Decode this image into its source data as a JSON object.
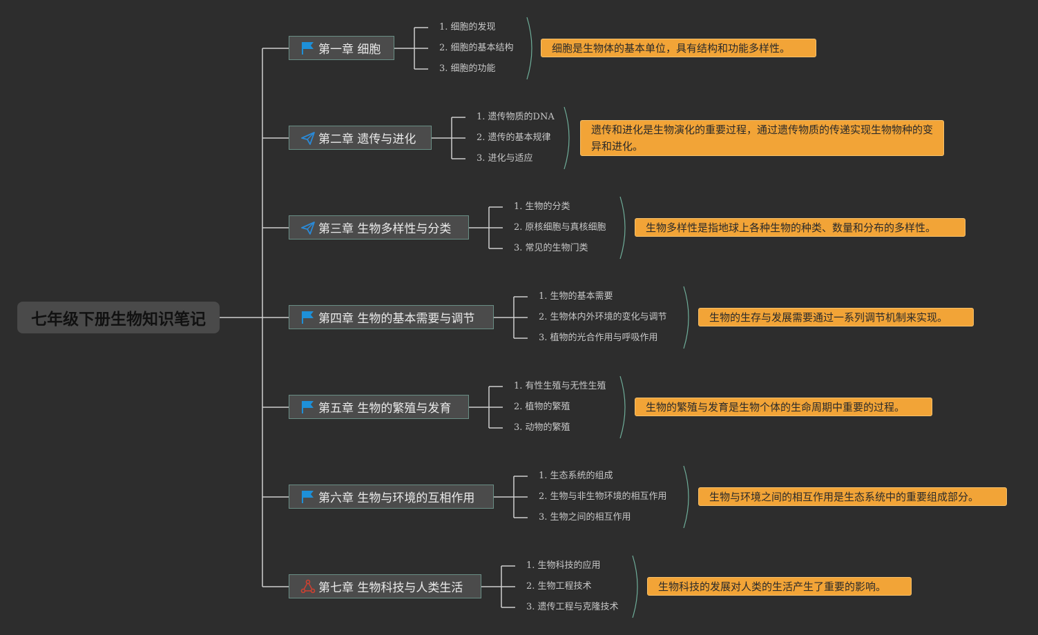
{
  "root": {
    "title": "七年级下册生物知识笔记"
  },
  "chapters": [
    {
      "title": "第一章 细胞",
      "icon": "flag-icon",
      "items": [
        "1. 细胞的发现",
        "2. 细胞的基本结构",
        "3. 细胞的功能"
      ],
      "summary": "细胞是生物体的基本单位，具有结构和功能多样性。"
    },
    {
      "title": "第二章 遗传与进化",
      "icon": "paper-plane-icon",
      "items": [
        "1. 遗传物质的DNA",
        "2. 遗传的基本规律",
        "3. 进化与适应"
      ],
      "summary": "遗传和进化是生物演化的重要过程，通过遗传物质的传递实现生物物种的变异和进化。"
    },
    {
      "title": "第三章 生物多样性与分类",
      "icon": "paper-plane-icon",
      "items": [
        "1. 生物的分类",
        "2. 原核细胞与真核细胞",
        "3. 常见的生物门类"
      ],
      "summary": "生物多样性是指地球上各种生物的种类、数量和分布的多样性。"
    },
    {
      "title": "第四章 生物的基本需要与调节",
      "icon": "flag-icon",
      "items": [
        "1. 生物的基本需要",
        "2. 生物体内外环境的变化与调节",
        "3. 植物的光合作用与呼吸作用"
      ],
      "summary": "生物的生存与发展需要通过一系列调节机制来实现。"
    },
    {
      "title": "第五章 生物的繁殖与发育",
      "icon": "flag-icon",
      "items": [
        "1. 有性生殖与无性生殖",
        "2. 植物的繁殖",
        "3. 动物的繁殖"
      ],
      "summary": "生物的繁殖与发育是生物个体的生命周期中重要的过程。"
    },
    {
      "title": "第六章 生物与环境的互相作用",
      "icon": "flag-icon",
      "items": [
        "1. 生态系统的组成",
        "2. 生物与非生物环境的相互作用",
        "3. 生物之间的相互作用"
      ],
      "summary": "生物与环境之间的相互作用是生态系统中的重要组成部分。"
    },
    {
      "title": "第七章 生物科技与人类生活",
      "icon": "share-nodes-icon",
      "items": [
        "1. 生物科技的应用",
        "2. 生物工程技术",
        "3. 遗传工程与克隆技术"
      ],
      "summary": "生物科技的发展对人类的生活产生了重要的影响。"
    }
  ],
  "colors": {
    "background": "#2d2d2d",
    "summary": "#f2a437",
    "connector": "#d0d0d0",
    "brace": "#6fae9a",
    "flag": "#1e90d8",
    "plane": "#2a8ad8",
    "share": "#d04030"
  }
}
